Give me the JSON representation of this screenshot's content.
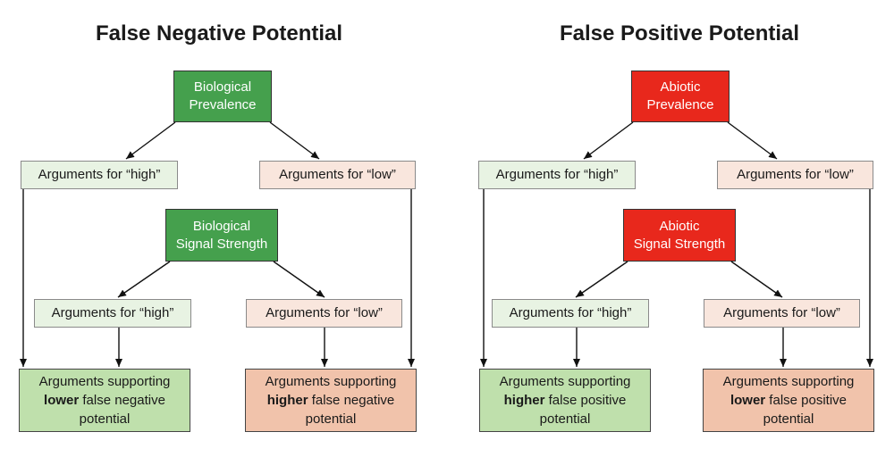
{
  "left": {
    "title": "False Negative Potential",
    "root1": {
      "line1": "Biological",
      "line2": "Prevalence"
    },
    "root1_high": "Arguments for “high”",
    "root1_low": "Arguments for “low”",
    "root2": {
      "line1": "Biological",
      "line2": "Signal Strength"
    },
    "root2_high": "Arguments for “high”",
    "root2_low": "Arguments for “low”",
    "result_left": {
      "line1": "Arguments supporting",
      "bold": "lower",
      "rest": " false negative",
      "line3": "potential"
    },
    "result_right": {
      "line1": "Arguments supporting",
      "bold": "higher",
      "rest": " false negative",
      "line3": "potential"
    }
  },
  "right": {
    "title": "False Positive Potential",
    "root1": {
      "line1": "Abiotic",
      "line2": "Prevalence"
    },
    "root1_high": "Arguments for “high”",
    "root1_low": "Arguments for “low”",
    "root2": {
      "line1": "Abiotic",
      "line2": "Signal Strength"
    },
    "root2_high": "Arguments for “high”",
    "root2_low": "Arguments for “low”",
    "result_left": {
      "line1": "Arguments supporting",
      "bold": "higher",
      "rest": " false positive",
      "line3": "potential"
    },
    "result_right": {
      "line1": "Arguments supporting",
      "bold": "lower",
      "rest": " false positive",
      "line3": "potential"
    }
  },
  "colors": {
    "green_root": "#45a04d",
    "red_root": "#e8281c",
    "green_light": "#e8f3e3",
    "red_light": "#f9e6dd",
    "green_result": "#bfe0ac",
    "red_result": "#f1c3ab"
  }
}
